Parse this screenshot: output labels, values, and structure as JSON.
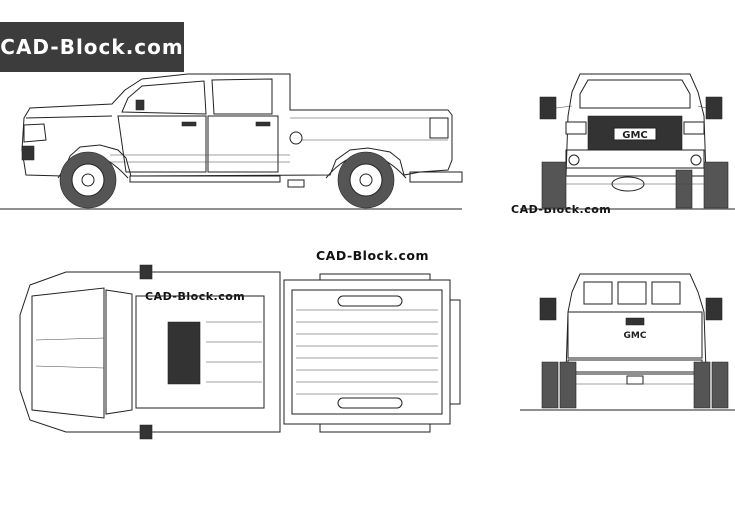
{
  "brand": {
    "banner": "CAD-Block.com"
  },
  "watermarks": {
    "front_view": "CAD-Block.com",
    "top_view_center": "CAD-Block.com",
    "top_view_roof": "CAD-Block.com"
  },
  "badges": {
    "front_grille": "GMC",
    "rear_tailgate": "GMC"
  },
  "colors": {
    "banner_bg": "#3c3c3c",
    "banner_text": "#ffffff",
    "line": "#222222"
  }
}
